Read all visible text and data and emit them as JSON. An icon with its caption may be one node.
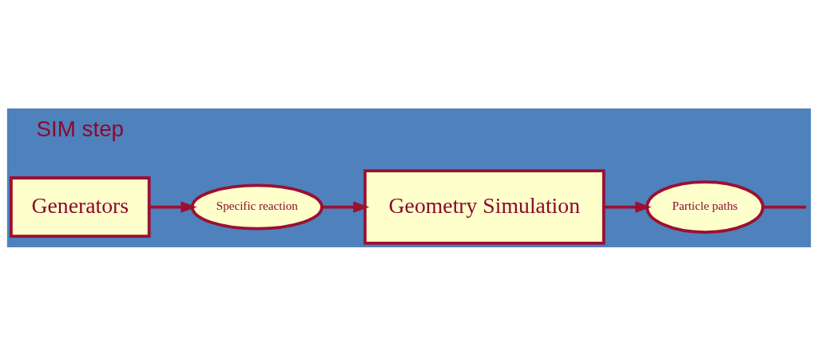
{
  "diagram": {
    "nodes": [
      {
        "text": [
          "Generators"
        ]
      },
      {
        "text": [
          "Specific reaction"
        ]
      },
      {
        "text": [
          "Geometry Simulation"
        ]
      },
      {
        "text": [
          "Particle paths"
        ]
      }
    ],
    "edges": [
      {
        "from": 0,
        "to": 1,
        "arrow": "to"
      },
      {
        "from": 1,
        "to": 2,
        "arrow": "to"
      },
      {
        "from": 2,
        "to": 3,
        "arrow": "to"
      },
      {
        "from": 3,
        "to": null,
        "arrow": "none"
      }
    ],
    "labels": [
      "SIM step"
    ]
  }
}
